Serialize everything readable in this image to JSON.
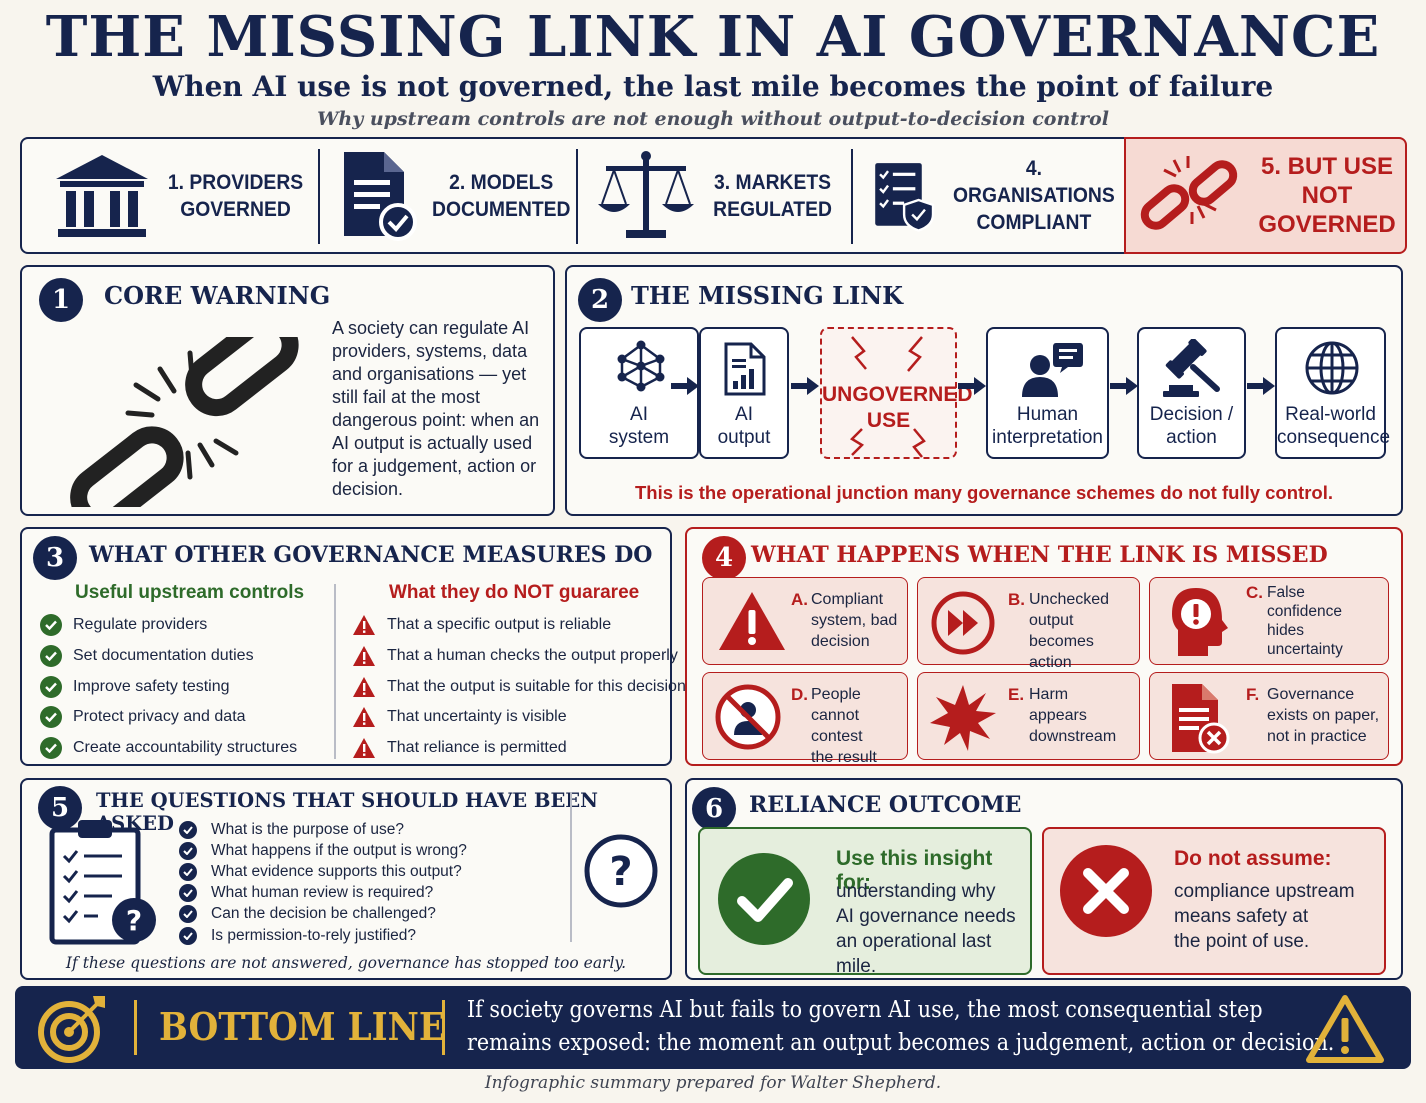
{
  "header": {
    "title": "THE MISSING LINK IN AI GOVERNANCE",
    "subtitle": "When AI use is not governed, the last mile becomes the point of failure",
    "tagline": "Why upstream controls are not enough without output-to-decision control"
  },
  "strip": {
    "items": [
      {
        "line1": "1. PROVIDERS",
        "line2": "GOVERNED",
        "icon": "institution-icon"
      },
      {
        "line1": "2. MODELS",
        "line2": "DOCUMENTED",
        "icon": "document-check-icon"
      },
      {
        "line1": "3. MARKETS",
        "line2": "REGULATED",
        "icon": "scales-icon"
      },
      {
        "line1": "4. ORGANISATIONS",
        "line2": "COMPLIANT",
        "icon": "checklist-shield-icon"
      },
      {
        "line1": "5. BUT USE",
        "line2": "NOT",
        "line3": "GOVERNED",
        "icon": "broken-chain-icon"
      }
    ]
  },
  "panel1": {
    "number": "1",
    "title": "CORE WARNING",
    "body": "A society can regulate AI providers, systems, data and organisations — yet still fail at the most dangerous point: when an AI output is actually used for a judgement, action or decision."
  },
  "panel2": {
    "number": "2",
    "title": "THE MISSING LINK",
    "steps": [
      {
        "l1": "AI",
        "l2": "system",
        "icon": "network-icon"
      },
      {
        "l1": "AI",
        "l2": "output",
        "icon": "report-icon"
      },
      {
        "l1": "UNGOVERNED",
        "l2": "USE",
        "icon": "lightning-icon"
      },
      {
        "l1": "Human",
        "l2": "interpretation",
        "icon": "person-speech-icon"
      },
      {
        "l1": "Decision /",
        "l2": "action",
        "icon": "gavel-icon"
      },
      {
        "l1": "Real-world",
        "l2": "consequence",
        "icon": "globe-icon"
      }
    ],
    "note": "This is the operational junction many governance schemes do not fully control."
  },
  "panel3": {
    "number": "3",
    "title": "WHAT OTHER GOVERNANCE MEASURES DO",
    "left_heading": "Useful upstream controls",
    "right_heading": "What they do NOT guararee",
    "left_items": [
      "Regulate providers",
      "Set documentation duties",
      "Improve safety testing",
      "Protect privacy and data",
      "Create accountability structures"
    ],
    "right_items": [
      "That a specific output is reliable",
      "That a human checks the output properly",
      "That the output is suitable for this decision",
      "That uncertainty is visible",
      "That reliance is permitted"
    ]
  },
  "panel4": {
    "number": "4",
    "title": "WHAT HAPPENS WHEN THE LINK IS MISSED",
    "cards": [
      {
        "letter": "A.",
        "l1": "Compliant",
        "l2": "system, bad",
        "l3": "decision",
        "icon": "warning-icon"
      },
      {
        "letter": "B.",
        "l1": "Unchecked",
        "l2": "output becomes",
        "l3": "action",
        "icon": "fast-forward-icon"
      },
      {
        "letter": "C.",
        "l1": "False",
        "l2": "confidence",
        "l3": "hides",
        "l4": "uncertainty",
        "icon": "head-alert-icon"
      },
      {
        "letter": "D.",
        "l1": "People",
        "l2": "cannot contest",
        "l3": "the result",
        "icon": "blocked-person-icon"
      },
      {
        "letter": "E.",
        "l1": "Harm",
        "l2": "appears",
        "l3": "downstream",
        "icon": "burst-icon"
      },
      {
        "letter": "F.",
        "l1": "Governance",
        "l2": "exists on paper,",
        "l3": "not in practice",
        "icon": "document-x-icon"
      }
    ]
  },
  "panel5": {
    "number": "5",
    "title": "THE QUESTIONS THAT SHOULD HAVE BEEN ASKED",
    "questions": [
      "What is the purpose of use?",
      "What happens if the output is wrong?",
      "What evidence supports this output?",
      "What human review is required?",
      "Can the decision be challenged?",
      "Is permission-to-rely justified?"
    ],
    "note": "If these questions are not answered, governance has stopped too early."
  },
  "panel6": {
    "number": "6",
    "title": "RELIANCE OUTCOME",
    "use_heading": "Use this insight for:",
    "use_l1": "understanding why",
    "use_l2": "AI governance needs",
    "use_l3": "an operational last mile.",
    "not_heading": "Do not assume:",
    "not_l1": "compliance upstream",
    "not_l2": "means safety at",
    "not_l3": "the point of use."
  },
  "bottom": {
    "label": "BOTTOM LINE",
    "line1": "If society governs AI but fails to govern AI use, the most consequential step",
    "line2": "remains exposed: the moment an output becomes a judgement, action or decision."
  },
  "footer": "Infographic summary prepared for Walter Shepherd.",
  "colors": {
    "navy": "#16244d",
    "red": "#b51d1d",
    "green": "#2e6b2a",
    "gold": "#e2b23a",
    "background": "#f8f5ee"
  }
}
